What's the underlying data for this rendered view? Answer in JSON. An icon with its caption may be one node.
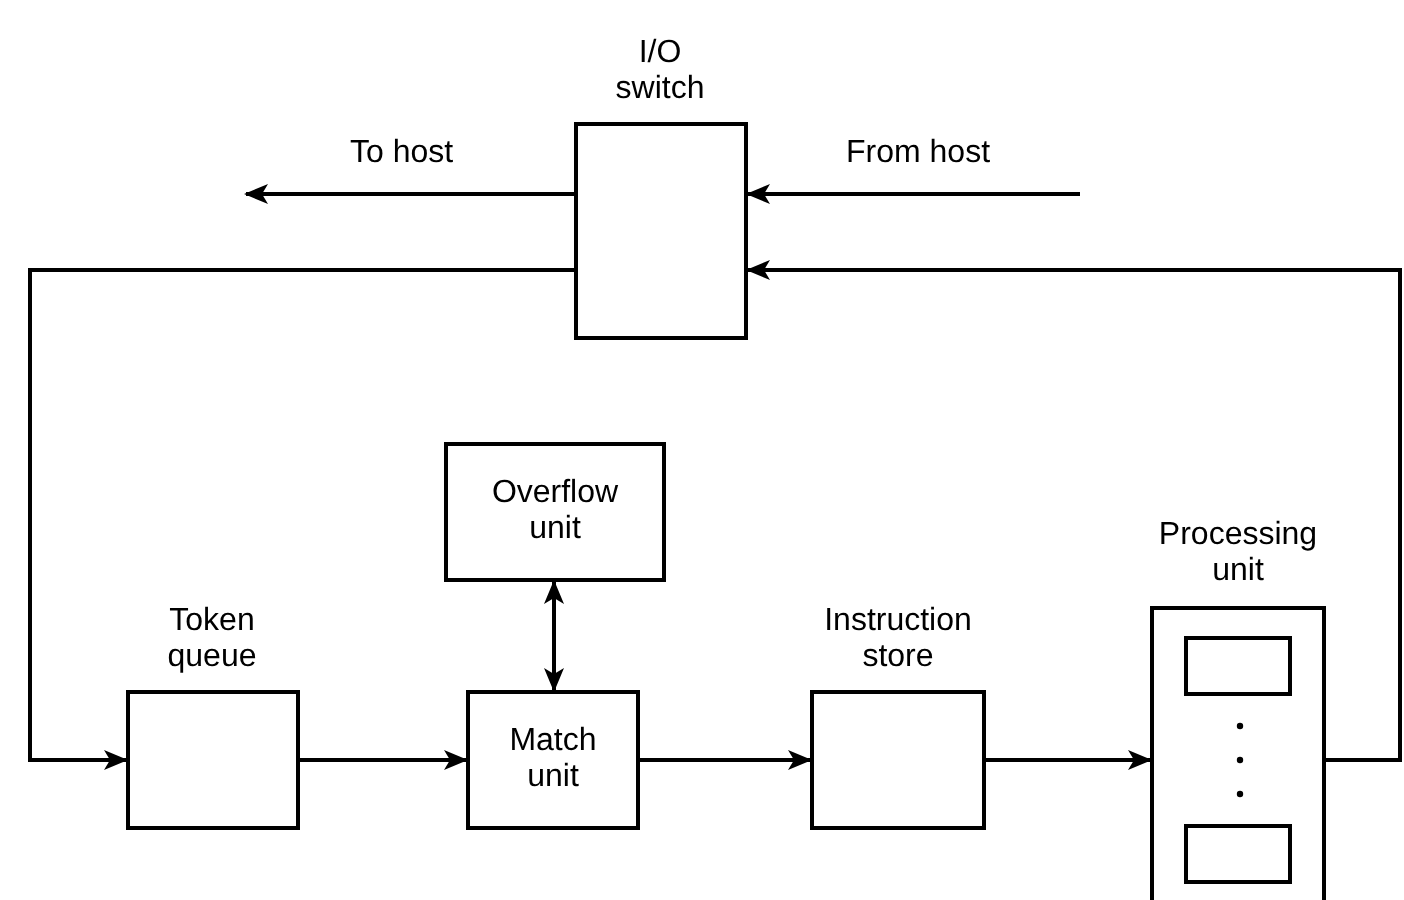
{
  "diagram": {
    "nodes": [
      {
        "text": [
          "I/O switch"
        ]
      },
      {
        "text": [
          "Overflow unit"
        ]
      },
      {
        "text": [
          "Token queue"
        ]
      },
      {
        "text": [
          "Match unit"
        ]
      },
      {
        "text": [
          "Instruction store"
        ]
      },
      {
        "text": [
          "Processing unit"
        ]
      },
      {
        "text": [],
        "shape": "box",
        "in": 5
      },
      {
        "text": [],
        "shape": "box",
        "in": 5
      }
    ],
    "edges": [
      {
        "from": 0,
        "to": null,
        "arrow": "to",
        "label": "To host"
      },
      {
        "from": null,
        "to": 0,
        "arrow": "to",
        "label": "From host"
      },
      {
        "from": 0,
        "to": 2,
        "arrow": "to"
      },
      {
        "from": 5,
        "to": 0,
        "arrow": "to"
      },
      {
        "from": 2,
        "to": 3,
        "arrow": "to"
      },
      {
        "from": 1,
        "to": 3,
        "arrow": "both"
      },
      {
        "from": 3,
        "to": 4,
        "arrow": "to"
      },
      {
        "from": 4,
        "to": 5,
        "arrow": "to"
      }
    ]
  }
}
